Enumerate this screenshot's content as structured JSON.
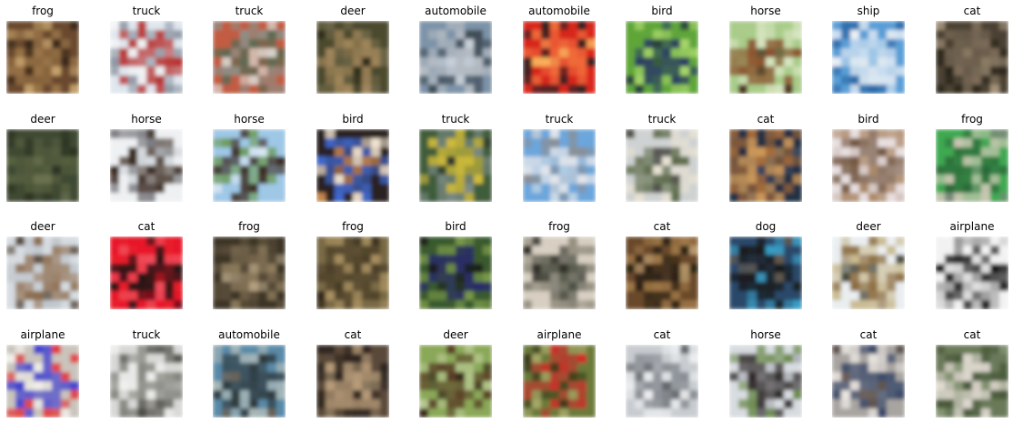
{
  "grid": {
    "rows": 4,
    "cols": 10,
    "cells": [
      {
        "label": "frog",
        "palette": [
          "#6a4a2e",
          "#9a7448",
          "#c9a56e",
          "#3a2a1a"
        ],
        "icon": "frog-photo"
      },
      {
        "label": "truck",
        "palette": [
          "#dfe6ee",
          "#b8312f",
          "#8a94a0",
          "#f4f4f4"
        ],
        "icon": "truck-photo"
      },
      {
        "label": "truck",
        "palette": [
          "#c25c42",
          "#5d6a52",
          "#8c8f86",
          "#d8d6cf"
        ],
        "icon": "truck-photo"
      },
      {
        "label": "deer",
        "palette": [
          "#4c4a2e",
          "#a1865b",
          "#6c6546",
          "#2f2d1d"
        ],
        "icon": "deer-photo"
      },
      {
        "label": "automobile",
        "palette": [
          "#7d93a8",
          "#b6bcc3",
          "#3d4a54",
          "#d9dde2"
        ],
        "icon": "automobile-photo"
      },
      {
        "label": "automobile",
        "palette": [
          "#d8271f",
          "#f06a3a",
          "#2a2022",
          "#f9b25b"
        ],
        "icon": "automobile-photo"
      },
      {
        "label": "bird",
        "palette": [
          "#5fa53a",
          "#2c3f63",
          "#a7d76a",
          "#1e2b3f"
        ],
        "icon": "bird-photo"
      },
      {
        "label": "horse",
        "palette": [
          "#a9cc8a",
          "#8b4f2c",
          "#d8e5c1",
          "#4a2d18"
        ],
        "icon": "horse-photo"
      },
      {
        "label": "ship",
        "palette": [
          "#5a9ed6",
          "#f1f3f5",
          "#2a6aa8",
          "#cfe2f2"
        ],
        "icon": "ship-photo"
      },
      {
        "label": "cat",
        "palette": [
          "#4c4234",
          "#7b6c59",
          "#2a241c",
          "#a9987e"
        ],
        "icon": "cat-photo"
      },
      {
        "label": "deer",
        "palette": [
          "#3f4a32",
          "#57603f",
          "#2d3424",
          "#6c7250"
        ],
        "icon": "deer-photo"
      },
      {
        "label": "horse",
        "palette": [
          "#eef0f2",
          "#3a2a20",
          "#7a7a80",
          "#cfd3d8"
        ],
        "icon": "horse-photo"
      },
      {
        "label": "horse",
        "palette": [
          "#9fc7e6",
          "#3b2a1e",
          "#6e9c5a",
          "#d9e8f2"
        ],
        "icon": "horse-photo"
      },
      {
        "label": "bird",
        "palette": [
          "#2a2220",
          "#3f6ad0",
          "#efe2cf",
          "#c8894e"
        ],
        "icon": "bird-photo"
      },
      {
        "label": "truck",
        "palette": [
          "#3f5d3a",
          "#d9c13a",
          "#7d8b86",
          "#2a3530"
        ],
        "icon": "truck-photo"
      },
      {
        "label": "truck",
        "palette": [
          "#6ca6dc",
          "#e3e6ea",
          "#8a8f96",
          "#b9c8d8"
        ],
        "icon": "truck-photo"
      },
      {
        "label": "truck",
        "palette": [
          "#cfd2d2",
          "#5c6a48",
          "#e7e1d2",
          "#4a4a44"
        ],
        "icon": "truck-photo"
      },
      {
        "label": "cat",
        "palette": [
          "#233044",
          "#d09a5a",
          "#a86d3a",
          "#3c4a60"
        ],
        "icon": "cat-photo"
      },
      {
        "label": "bird",
        "palette": [
          "#e7dede",
          "#6e5038",
          "#a78260",
          "#d3c5c0"
        ],
        "icon": "bird-photo"
      },
      {
        "label": "frog",
        "palette": [
          "#3fa851",
          "#2a6a3a",
          "#c9c7b2",
          "#7a8a7a"
        ],
        "icon": "frog-photo"
      },
      {
        "label": "deer",
        "palette": [
          "#d6dbe0",
          "#8b6a4a",
          "#bfc6cc",
          "#4a3a2a"
        ],
        "icon": "deer-photo"
      },
      {
        "label": "cat",
        "palette": [
          "#e81a2c",
          "#1c1416",
          "#f04a58",
          "#6a0e18"
        ],
        "icon": "cat-photo"
      },
      {
        "label": "frog",
        "palette": [
          "#3e3628",
          "#8d7b5c",
          "#5a4e3a",
          "#b8a585"
        ],
        "icon": "frog-photo"
      },
      {
        "label": "frog",
        "palette": [
          "#7a6a44",
          "#4a3e28",
          "#a89060",
          "#2e2618"
        ],
        "icon": "frog-photo"
      },
      {
        "label": "bird",
        "palette": [
          "#3a5a2e",
          "#2a2a6a",
          "#7b9a4a",
          "#1a1a1a"
        ],
        "icon": "bird-photo"
      },
      {
        "label": "frog",
        "palette": [
          "#d8cfc2",
          "#4e5044",
          "#8f8a7a",
          "#2e2f28"
        ],
        "icon": "frog-photo"
      },
      {
        "label": "cat",
        "palette": [
          "#6a4a2c",
          "#2e2418",
          "#a07848",
          "#c8a878"
        ],
        "icon": "cat-photo"
      },
      {
        "label": "dog",
        "palette": [
          "#2a4a6a",
          "#1a1a1a",
          "#3aa0c8",
          "#6a5a4a"
        ],
        "icon": "dog-photo"
      },
      {
        "label": "deer",
        "palette": [
          "#eaeef0",
          "#8a6a3a",
          "#c7b78a",
          "#3a3a2a"
        ],
        "icon": "deer-photo"
      },
      {
        "label": "airplane",
        "palette": [
          "#f2f2f2",
          "#141414",
          "#9a9a9a",
          "#d0d0d0"
        ],
        "icon": "airplane-photo"
      },
      {
        "label": "airplane",
        "palette": [
          "#c9c4bc",
          "#3a3ad0",
          "#e23a3a",
          "#f1efe9"
        ],
        "icon": "airplane-photo"
      },
      {
        "label": "truck",
        "palette": [
          "#d8d8d6",
          "#8a8a84",
          "#4a4a44",
          "#f0f0ee"
        ],
        "icon": "truck-photo"
      },
      {
        "label": "automobile",
        "palette": [
          "#5a8aa8",
          "#2e3a3e",
          "#a8b8b8",
          "#6a5a48"
        ],
        "icon": "automobile-photo"
      },
      {
        "label": "cat",
        "palette": [
          "#5a4a3a",
          "#b89c7a",
          "#2e2620",
          "#8a785e"
        ],
        "icon": "cat-photo"
      },
      {
        "label": "deer",
        "palette": [
          "#8aa858",
          "#5a3e26",
          "#b8c890",
          "#3a2a1a"
        ],
        "icon": "deer-photo"
      },
      {
        "label": "airplane",
        "palette": [
          "#6a7a3a",
          "#d02a2a",
          "#a8a868",
          "#3a3a1a"
        ],
        "icon": "airplane-photo"
      },
      {
        "label": "cat",
        "palette": [
          "#c8ccd0",
          "#8a8e94",
          "#eceef0",
          "#5a5e64"
        ],
        "icon": "cat-photo"
      },
      {
        "label": "horse",
        "palette": [
          "#d8dce0",
          "#2a2424",
          "#6a8a4a",
          "#b0b4b8"
        ],
        "icon": "horse-photo"
      },
      {
        "label": "cat",
        "palette": [
          "#a8a4a0",
          "#3a4a6a",
          "#e8e4e0",
          "#5a4e48"
        ],
        "icon": "cat-photo"
      },
      {
        "label": "cat",
        "palette": [
          "#6a7a5a",
          "#e8e0d8",
          "#4a5a3a",
          "#8a9a78"
        ],
        "icon": "cat-photo"
      }
    ]
  }
}
